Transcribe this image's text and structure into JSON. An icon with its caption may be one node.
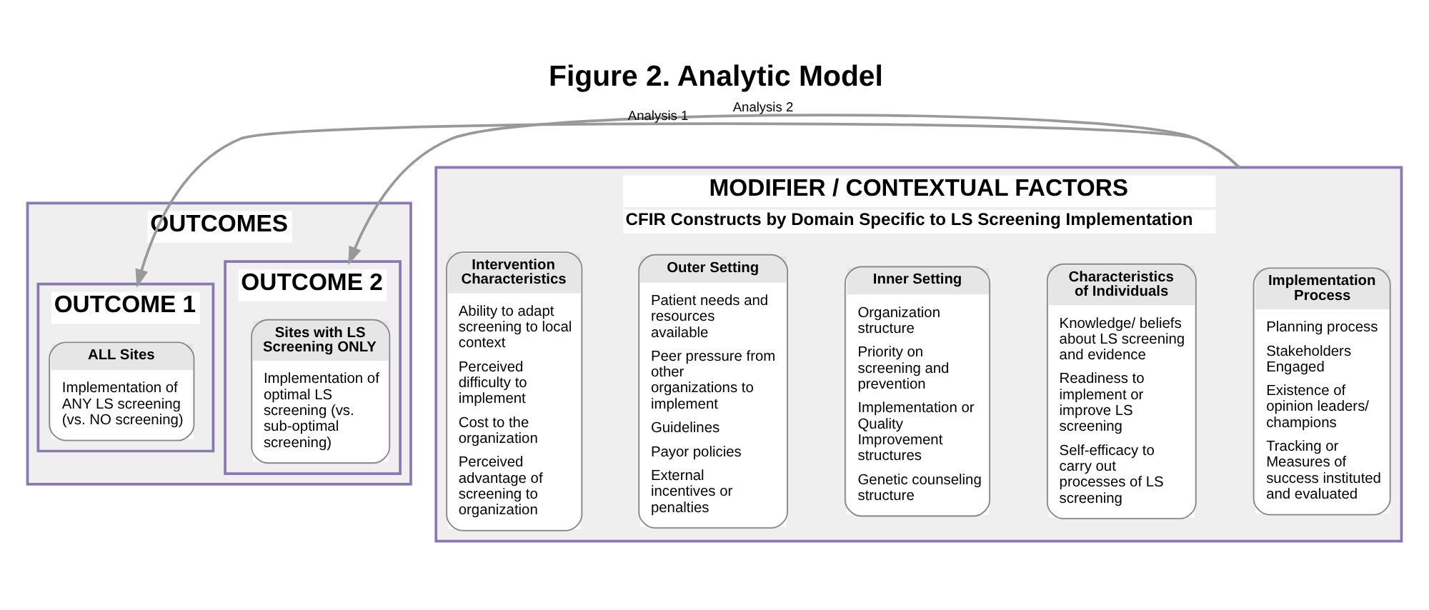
{
  "diagram": {
    "title": "Figure 2. Analytic Model",
    "nodes": [
      {
        "text": [
          "MODIFIER / CONTEXTUAL FACTORS",
          "CFIR Constructs by Domain Specific to LS Screening Implementation"
        ]
      },
      {
        "text": [
          "Intervention Characteristics",
          "Ability to adapt screening to local context",
          "Perceived difficulty to implement",
          "Cost to the organization",
          "Perceived advantage of screening to organization"
        ],
        "in": 0
      },
      {
        "text": [
          "Outer Setting",
          "Patient needs and resources available",
          "Peer pressure from other organizations to implement",
          "Guidelines",
          "Payor policies",
          "External incentives or penalties"
        ],
        "in": 0
      },
      {
        "text": [
          "Inner Setting",
          "Organization structure",
          "Priority on screening and prevention",
          "Implementation or Quality Improvement structures",
          "Genetic counseling structure"
        ],
        "in": 0
      },
      {
        "text": [
          "Characteristics of Individuals",
          "Knowledge/ beliefs about LS screening and evidence",
          "Readiness to implement or improve LS screening",
          "Self-efficacy to carry out processes of LS screening"
        ],
        "in": 0
      },
      {
        "text": [
          "Implementation Process",
          "Planning process",
          "Stakeholders Engaged",
          "Existence of opinion leaders/ champions",
          "Tracking or Measures of success instituted and evaluated"
        ],
        "in": 0
      },
      {
        "text": [
          "OUTCOMES"
        ]
      },
      {
        "text": [
          "OUTCOME 1"
        ],
        "in": 6
      },
      {
        "text": [
          "ALL Sites",
          "Implementation of ANY LS screening (vs. NO screening)"
        ],
        "in": 7
      },
      {
        "text": [
          "OUTCOME 2"
        ],
        "in": 6
      },
      {
        "text": [
          "Sites with LS Screening ONLY",
          "Implementation of optimal LS screening (vs. sub-optimal screening)"
        ],
        "in": 9
      }
    ],
    "edges": [
      {
        "from": 0,
        "to": 7,
        "arrow": "to",
        "label": "Analysis 1"
      },
      {
        "from": 0,
        "to": 9,
        "arrow": "to",
        "label": "Analysis 2"
      }
    ]
  }
}
